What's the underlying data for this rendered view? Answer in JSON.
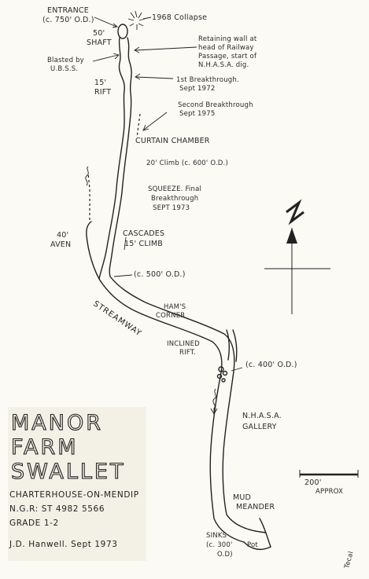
{
  "labels": {
    "entrance": "ENTRANCE",
    "entrance_od": "(c. 750' O.D.)",
    "collapse": "1968 Collapse",
    "shaft_depth": "50'",
    "shaft": "SHAFT",
    "retaining_1": "Retaining wall at",
    "retaining_2": "head of Railway",
    "retaining_3": "Passage, start of",
    "retaining_4": "N.H.A.S.A. dig.",
    "blasted_1": "Blasted by",
    "blasted_2": "U.B.S.S.",
    "rift_depth": "15'",
    "rift": "RIFT",
    "first_bt_1": "1st Breakthrough.",
    "first_bt_2": "Sept 1972",
    "second_bt_1": "Second Breakthrough",
    "second_bt_2": "Sept 1975",
    "curtain": "CURTAIN CHAMBER",
    "climb20": "20' Climb (c. 600' O.D.)",
    "squeeze_1": "SQUEEZE. Final",
    "squeeze_2": "Breakthrough",
    "squeeze_3": "SEPT 1973",
    "aven_1": "40'",
    "aven_2": "AVEN",
    "cascades_1": "CASCADES",
    "cascades_2": "15' CLIMB",
    "od500": "(c. 500' O.D.)",
    "hams_1": "HAM'S",
    "hams_2": "CORNER",
    "streamway": "STREAMWAY",
    "inclined_1": "INCLINED",
    "inclined_2": "RIFT.",
    "od400": "(c. 400' O.D.)",
    "gallery_1": "N.H.A.S.A.",
    "gallery_2": "GALLERY",
    "mud_1": "MUD",
    "mud_2": "MEANDER",
    "sinks_1": "SINKS",
    "sinks_2": "(c. 300'",
    "sinks_3": "O.D)",
    "pot": "Pot",
    "north": "N",
    "scale_value": "200'",
    "scale_note": "APPROX",
    "tecal": "Tecal"
  },
  "title": {
    "line1": "MANOR",
    "line2": "FARM",
    "line3": "SWALLET"
  },
  "info": {
    "location": "CHARTERHOUSE-ON-MENDIP",
    "ngr": "N.G.R: ST 4982 5566",
    "grade": "GRADE 1-2",
    "author": "J.D. Hanwell. Sept 1973"
  }
}
